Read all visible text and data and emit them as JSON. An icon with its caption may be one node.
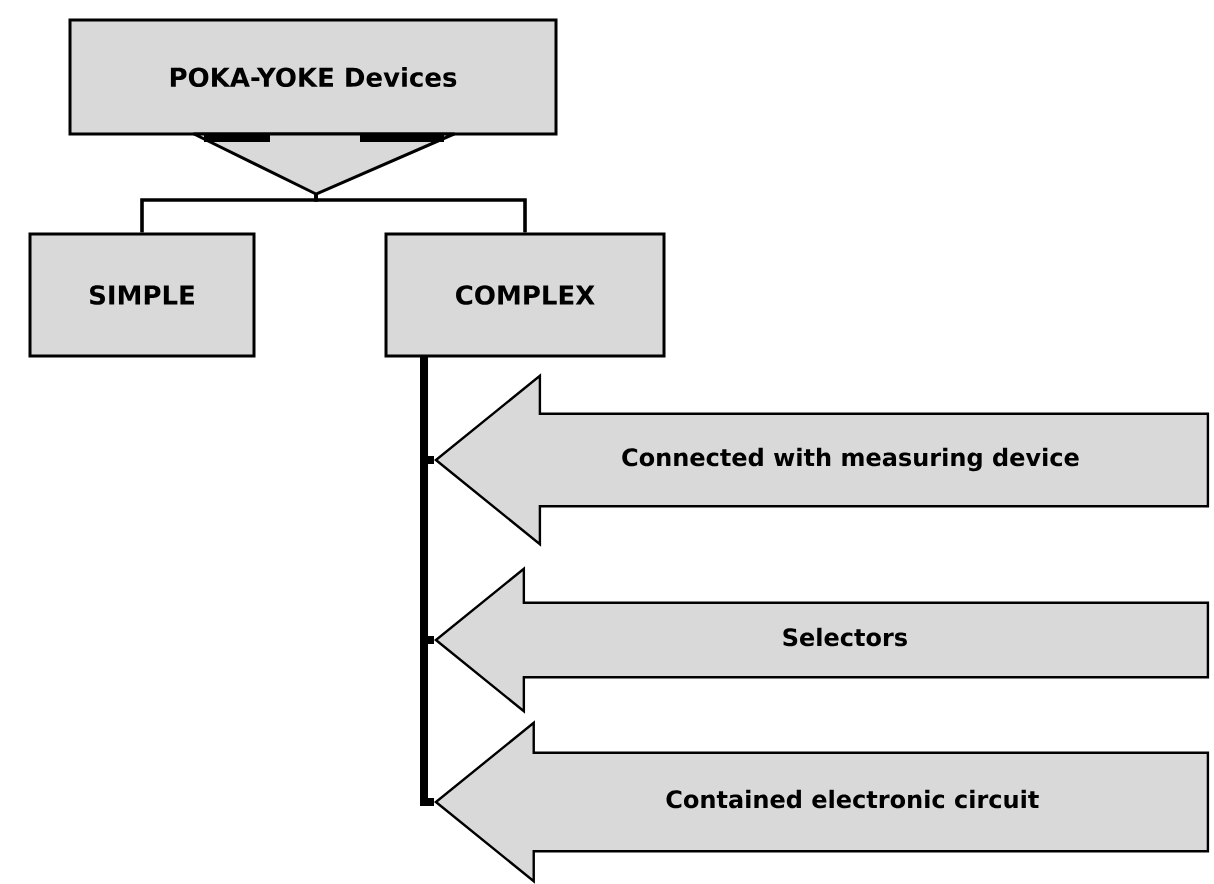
{
  "diagram": {
    "nodes": [
      {
        "text": [
          "POKA-YOKE Devices"
        ]
      },
      {
        "text": [
          "SIMPLE"
        ]
      },
      {
        "text": [
          "COMPLEX"
        ]
      },
      {
        "text": [
          "Connected with measuring device"
        ]
      },
      {
        "text": [
          "Selectors"
        ]
      },
      {
        "text": [
          "Contained electronic circuit"
        ]
      }
    ],
    "edges": [
      {
        "from": 0,
        "to": 1,
        "arrow": "none"
      },
      {
        "from": 0,
        "to": 2,
        "arrow": "none"
      },
      {
        "from": 2,
        "to": 3,
        "arrow": "none"
      },
      {
        "from": 2,
        "to": 4,
        "arrow": "none"
      },
      {
        "from": 2,
        "to": 5,
        "arrow": "none"
      }
    ]
  }
}
